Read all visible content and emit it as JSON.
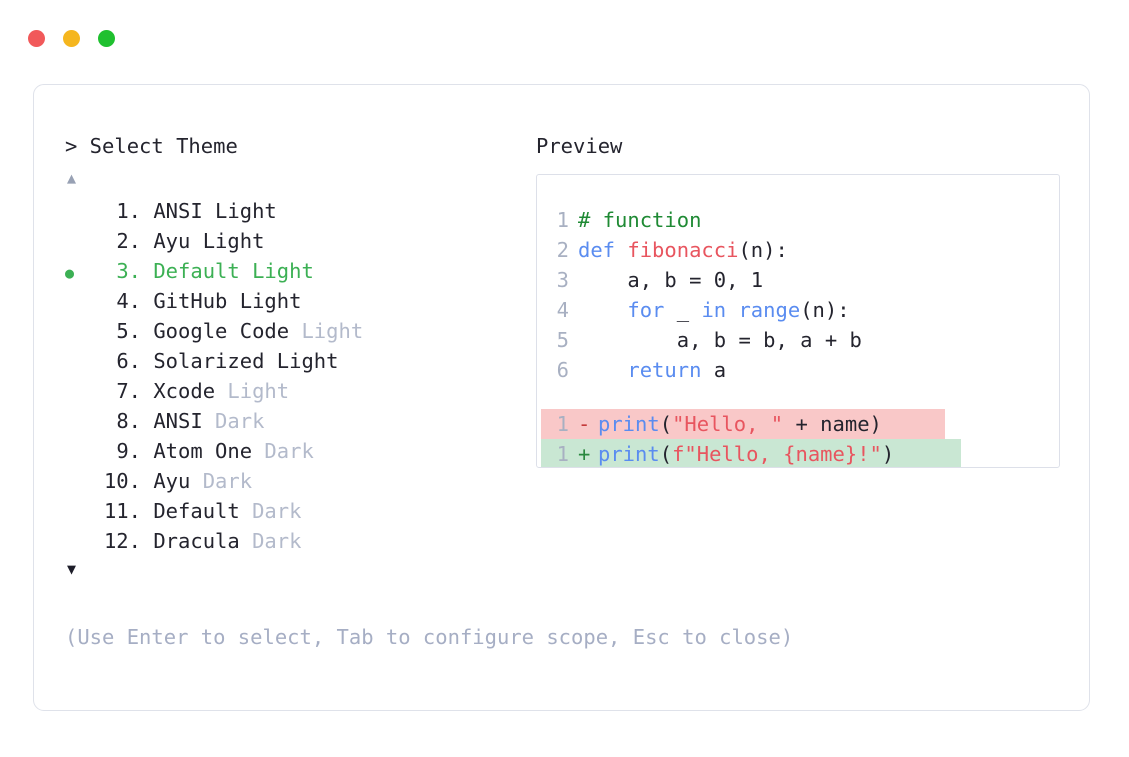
{
  "window": {
    "buttons": [
      {
        "name": "close",
        "color": "#f1595a"
      },
      {
        "name": "minimize",
        "color": "#f5b61e"
      },
      {
        "name": "maximize",
        "color": "#1fc02f"
      }
    ]
  },
  "left": {
    "prompt": "> Select Theme",
    "scroll_up_icon": "▲",
    "scroll_down_icon": "▼",
    "selected_bullet": "●",
    "selected_index": 3,
    "accent_color": "#3cb054",
    "dim_color": "#b3bacb",
    "items": [
      {
        "index": "1.",
        "name": "ANSI Light",
        "tag": ""
      },
      {
        "index": "2.",
        "name": "Ayu Light",
        "tag": ""
      },
      {
        "index": "3.",
        "name": "Default Light",
        "tag": ""
      },
      {
        "index": "4.",
        "name": "GitHub Light",
        "tag": ""
      },
      {
        "index": "5.",
        "name": "Google Code",
        "tag": " Light"
      },
      {
        "index": "6.",
        "name": "Solarized Light",
        "tag": ""
      },
      {
        "index": "7.",
        "name": "Xcode",
        "tag": " Light"
      },
      {
        "index": "8.",
        "name": "ANSI",
        "tag": " Dark"
      },
      {
        "index": "9.",
        "name": "Atom One",
        "tag": " Dark"
      },
      {
        "index": "10.",
        "name": "Ayu",
        "tag": " Dark"
      },
      {
        "index": "11.",
        "name": "Default",
        "tag": " Dark"
      },
      {
        "index": "12.",
        "name": "Dracula",
        "tag": " Dark"
      }
    ]
  },
  "right": {
    "heading": "Preview"
  },
  "code": {
    "lines": [
      {
        "num": "1",
        "tokens": [
          {
            "t": "# function",
            "c": "comment"
          }
        ]
      },
      {
        "num": "2",
        "tokens": [
          {
            "t": "def ",
            "c": "kw"
          },
          {
            "t": "fibonacci",
            "c": "fn"
          },
          {
            "t": "(n):",
            "c": "plain"
          }
        ]
      },
      {
        "num": "3",
        "tokens": [
          {
            "t": "    a, b = 0, 1",
            "c": "plain"
          }
        ]
      },
      {
        "num": "4",
        "tokens": [
          {
            "t": "    ",
            "c": "plain"
          },
          {
            "t": "for",
            "c": "kw"
          },
          {
            "t": " _ ",
            "c": "plain"
          },
          {
            "t": "in range",
            "c": "kw"
          },
          {
            "t": "(n):",
            "c": "plain"
          }
        ]
      },
      {
        "num": "5",
        "tokens": [
          {
            "t": "        a, b = b, a + b",
            "c": "plain"
          }
        ]
      },
      {
        "num": "6",
        "tokens": [
          {
            "t": "    ",
            "c": "plain"
          },
          {
            "t": "return",
            "c": "kw"
          },
          {
            "t": " a",
            "c": "plain"
          }
        ]
      }
    ],
    "diff": {
      "removed": {
        "num": "1",
        "marker": "-",
        "bg": "#f9c8c8",
        "tokens": [
          {
            "t": "print",
            "c": "kw"
          },
          {
            "t": "(",
            "c": "plain"
          },
          {
            "t": "\"Hello, \"",
            "c": "str"
          },
          {
            "t": " + name)",
            "c": "plain"
          }
        ]
      },
      "added": {
        "num": "1",
        "marker": "+",
        "bg": "#c9e7d3",
        "tokens": [
          {
            "t": "print",
            "c": "kw"
          },
          {
            "t": "(",
            "c": "plain"
          },
          {
            "t": "f\"Hello, {name}!\"",
            "c": "str"
          },
          {
            "t": ")",
            "c": "plain"
          }
        ]
      }
    }
  },
  "footer": {
    "hint": "(Use Enter to select, Tab to configure scope, Esc to close)"
  }
}
